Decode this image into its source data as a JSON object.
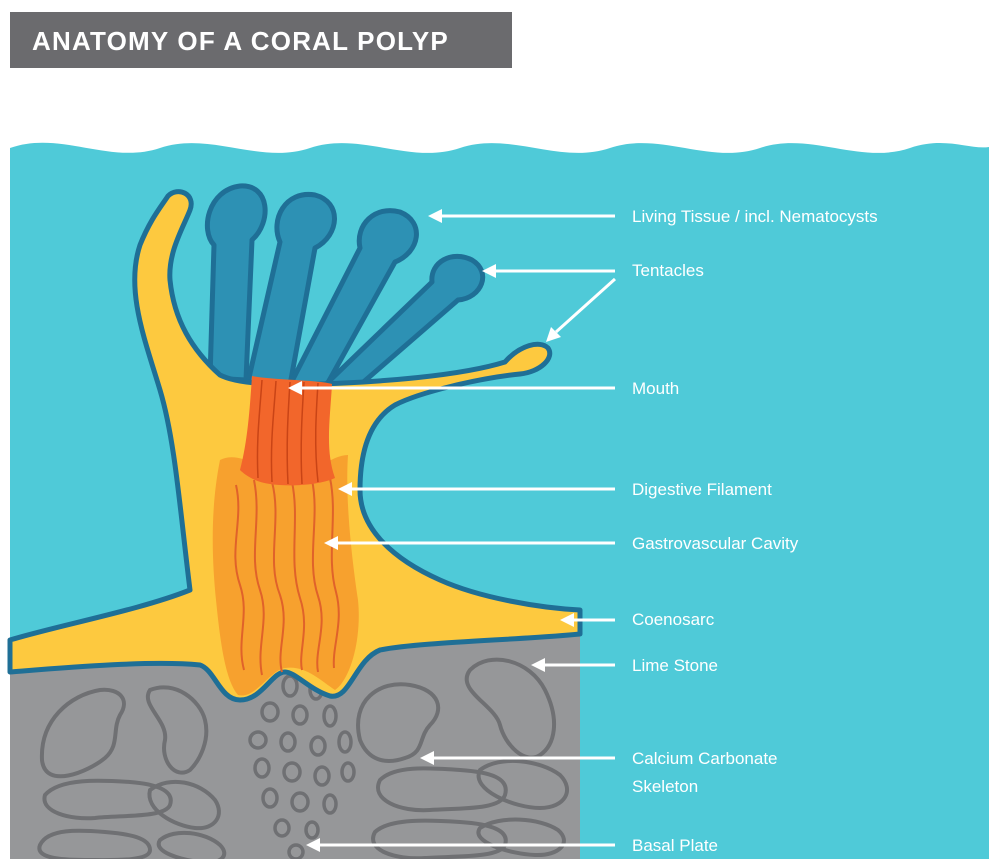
{
  "title": "ANATOMY OF A CORAL POLYP",
  "labels": {
    "living_tissue": "Living Tissue / incl. Nematocysts",
    "tentacles": "Tentacles",
    "mouth": "Mouth",
    "digestive_filament": "Digestive Filament",
    "gastrovascular_cavity": "Gastrovascular Cavity",
    "coenosarc": "Coenosarc",
    "lime_stone": "Lime Stone",
    "calcium_carbonate_line1": "Calcium Carbonate",
    "calcium_carbonate_line2": "Skeleton",
    "basal_plate": "Basal Plate"
  },
  "colors": {
    "water": "#4fcad8",
    "tissue": "#fdc93f",
    "tissue_outline": "#1f6f96",
    "tentacle": "#2d91b4",
    "mouth": "#f2662b",
    "cavity": "#f7a12e",
    "stone": "#969799",
    "stone_outline": "#6f7073",
    "title_bar": "#6b6b6e",
    "arrow": "#ffffff"
  }
}
